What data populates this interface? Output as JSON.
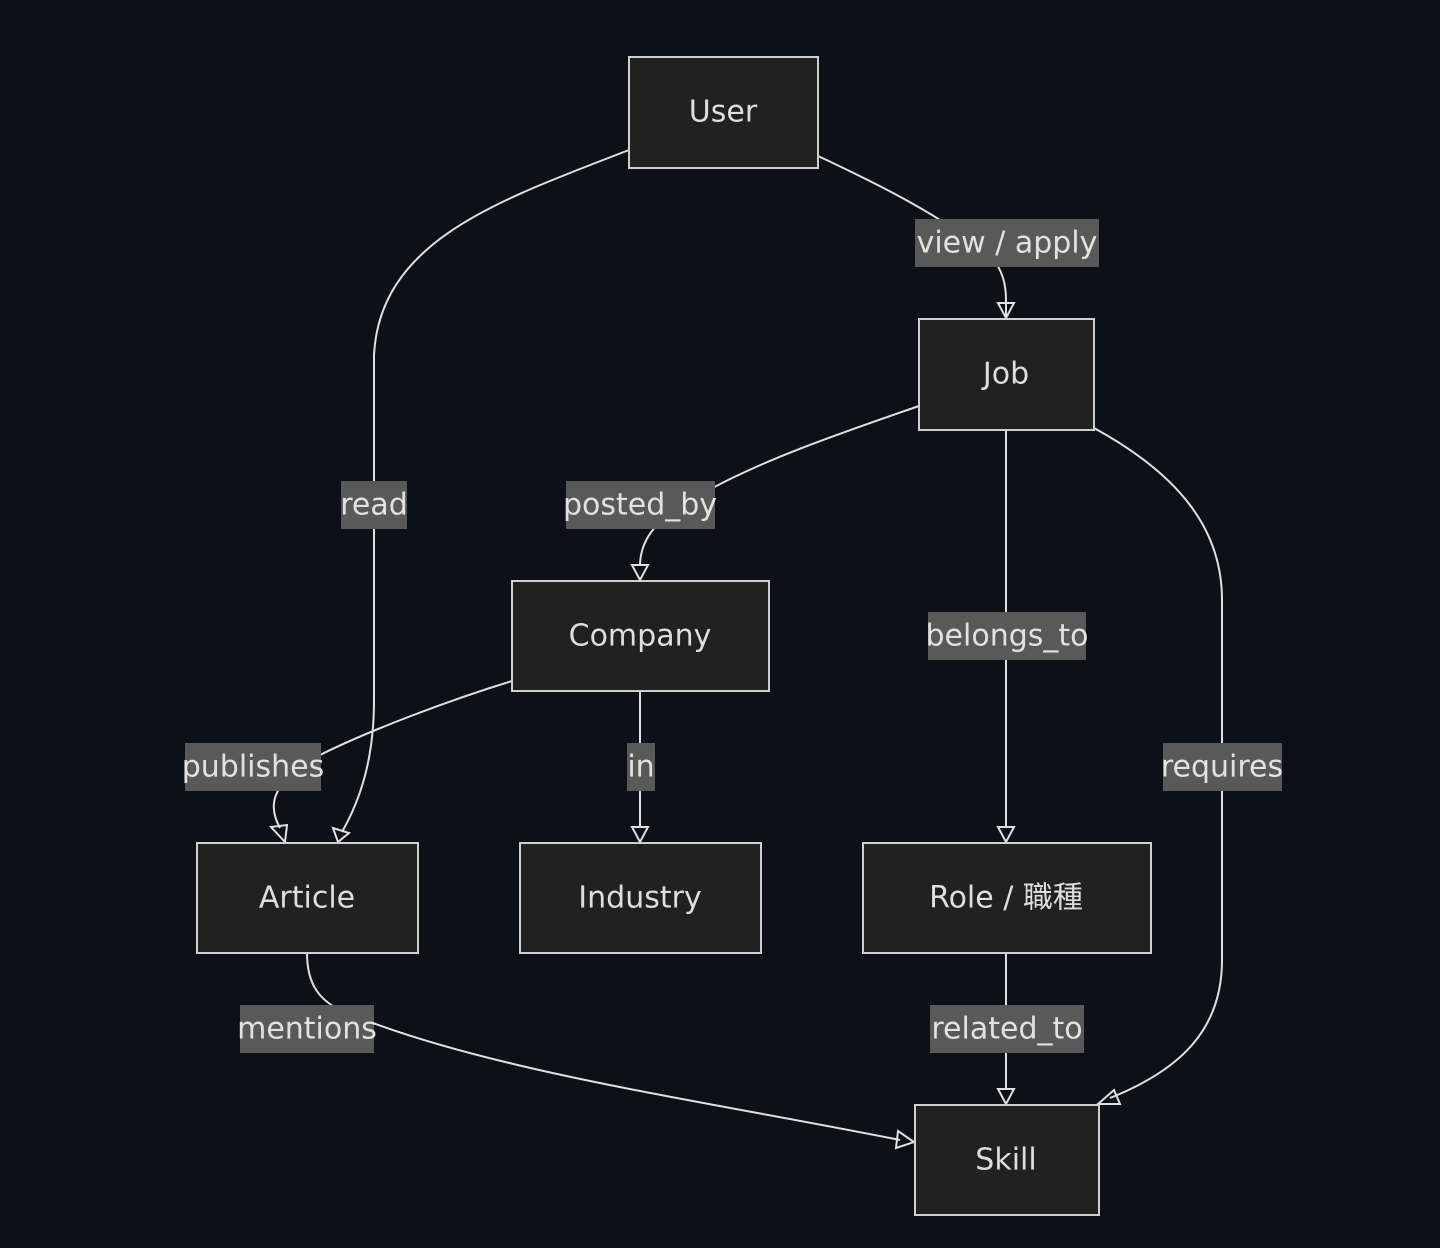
{
  "diagram": {
    "type": "flowchart",
    "direction": "top-down",
    "colors": {
      "background": "#0d1014",
      "node_fill": "#212121",
      "node_stroke": "#cfcfcf",
      "edge": "#e0e0e0",
      "label_bg": "#595959",
      "text": "#dedede"
    },
    "nodes": {
      "user": "User",
      "job": "Job",
      "company": "Company",
      "article": "Article",
      "industry": "Industry",
      "role": "Role / 職種",
      "skill": "Skill"
    },
    "edges": {
      "user_job": {
        "from": "User",
        "to": "Job",
        "label": "view / apply"
      },
      "user_article": {
        "from": "User",
        "to": "Article",
        "label": "read"
      },
      "job_company": {
        "from": "Job",
        "to": "Company",
        "label": "posted_by"
      },
      "job_role": {
        "from": "Job",
        "to": "Role / 職種",
        "label": "belongs_to"
      },
      "job_skill": {
        "from": "Job",
        "to": "Skill",
        "label": "requires"
      },
      "company_article": {
        "from": "Company",
        "to": "Article",
        "label": "publishes"
      },
      "company_industry": {
        "from": "Company",
        "to": "Industry",
        "label": "in"
      },
      "article_skill": {
        "from": "Article",
        "to": "Skill",
        "label": "mentions"
      },
      "role_skill": {
        "from": "Role / 職種",
        "to": "Skill",
        "label": "related_to"
      }
    }
  }
}
